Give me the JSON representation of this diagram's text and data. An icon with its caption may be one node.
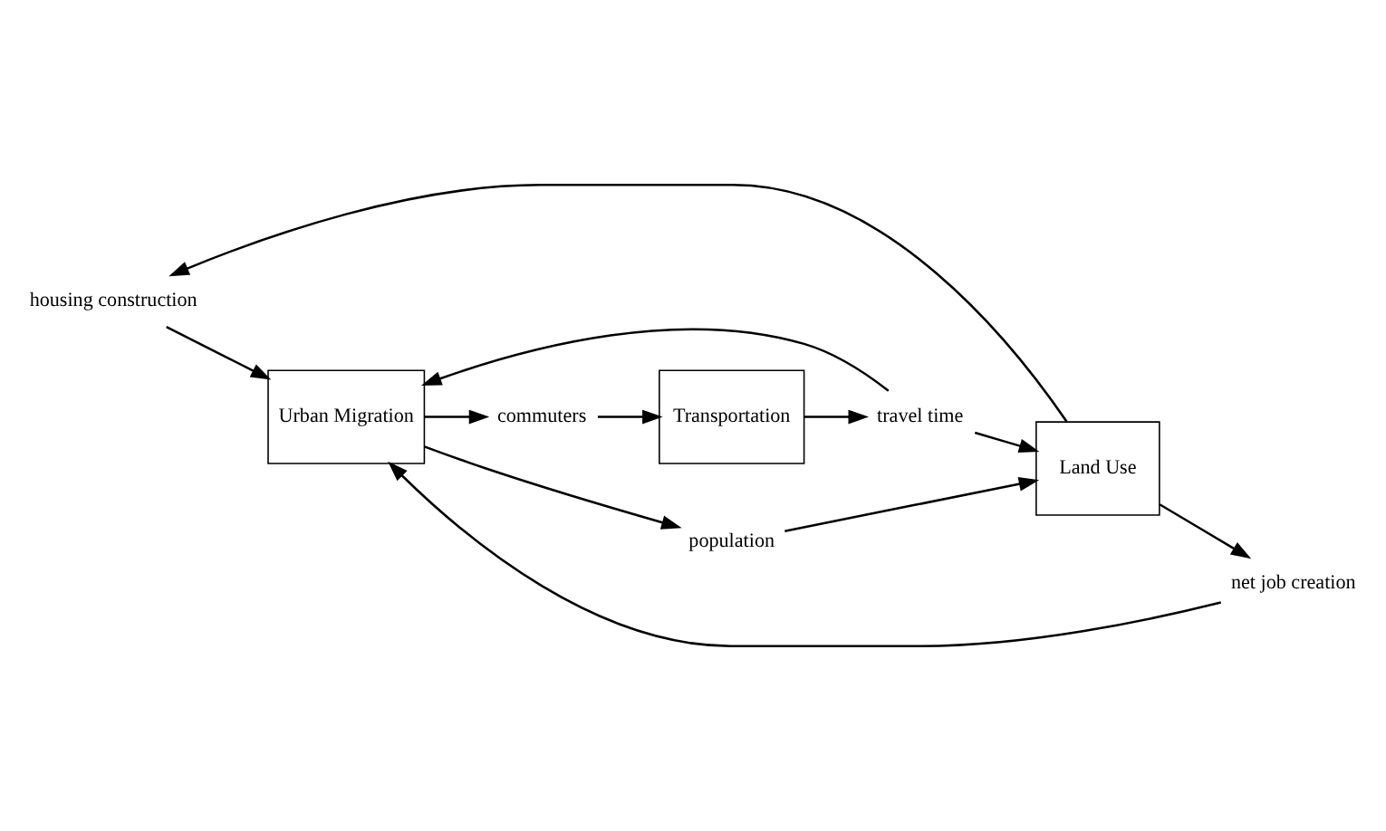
{
  "diagram": {
    "nodes": [
      {
        "text": [
          "housing construction"
        ]
      },
      {
        "text": [
          "net job creation"
        ]
      },
      {
        "text": [
          "commuters"
        ]
      },
      {
        "text": [
          "Land Use"
        ]
      },
      {
        "text": [
          "Urban Migration"
        ]
      },
      {
        "text": [
          "Transportation"
        ]
      },
      {
        "text": [
          "population"
        ]
      },
      {
        "text": [
          "travel time"
        ]
      }
    ],
    "edges": [
      {
        "from": 3,
        "to": 0,
        "arrow": "to"
      },
      {
        "from": 3,
        "to": 1,
        "arrow": "to"
      },
      {
        "from": 0,
        "to": 4,
        "arrow": "to"
      },
      {
        "from": 1,
        "to": 4,
        "arrow": "to"
      },
      {
        "from": 4,
        "to": 2,
        "arrow": "to"
      },
      {
        "from": 2,
        "to": 5,
        "arrow": "to"
      },
      {
        "from": 4,
        "to": 6,
        "arrow": "to"
      },
      {
        "from": 6,
        "to": 3,
        "arrow": "to"
      },
      {
        "from": 5,
        "to": 7,
        "arrow": "to"
      },
      {
        "from": 7,
        "to": 4,
        "arrow": "to"
      },
      {
        "from": 7,
        "to": 3,
        "arrow": "to"
      }
    ]
  }
}
